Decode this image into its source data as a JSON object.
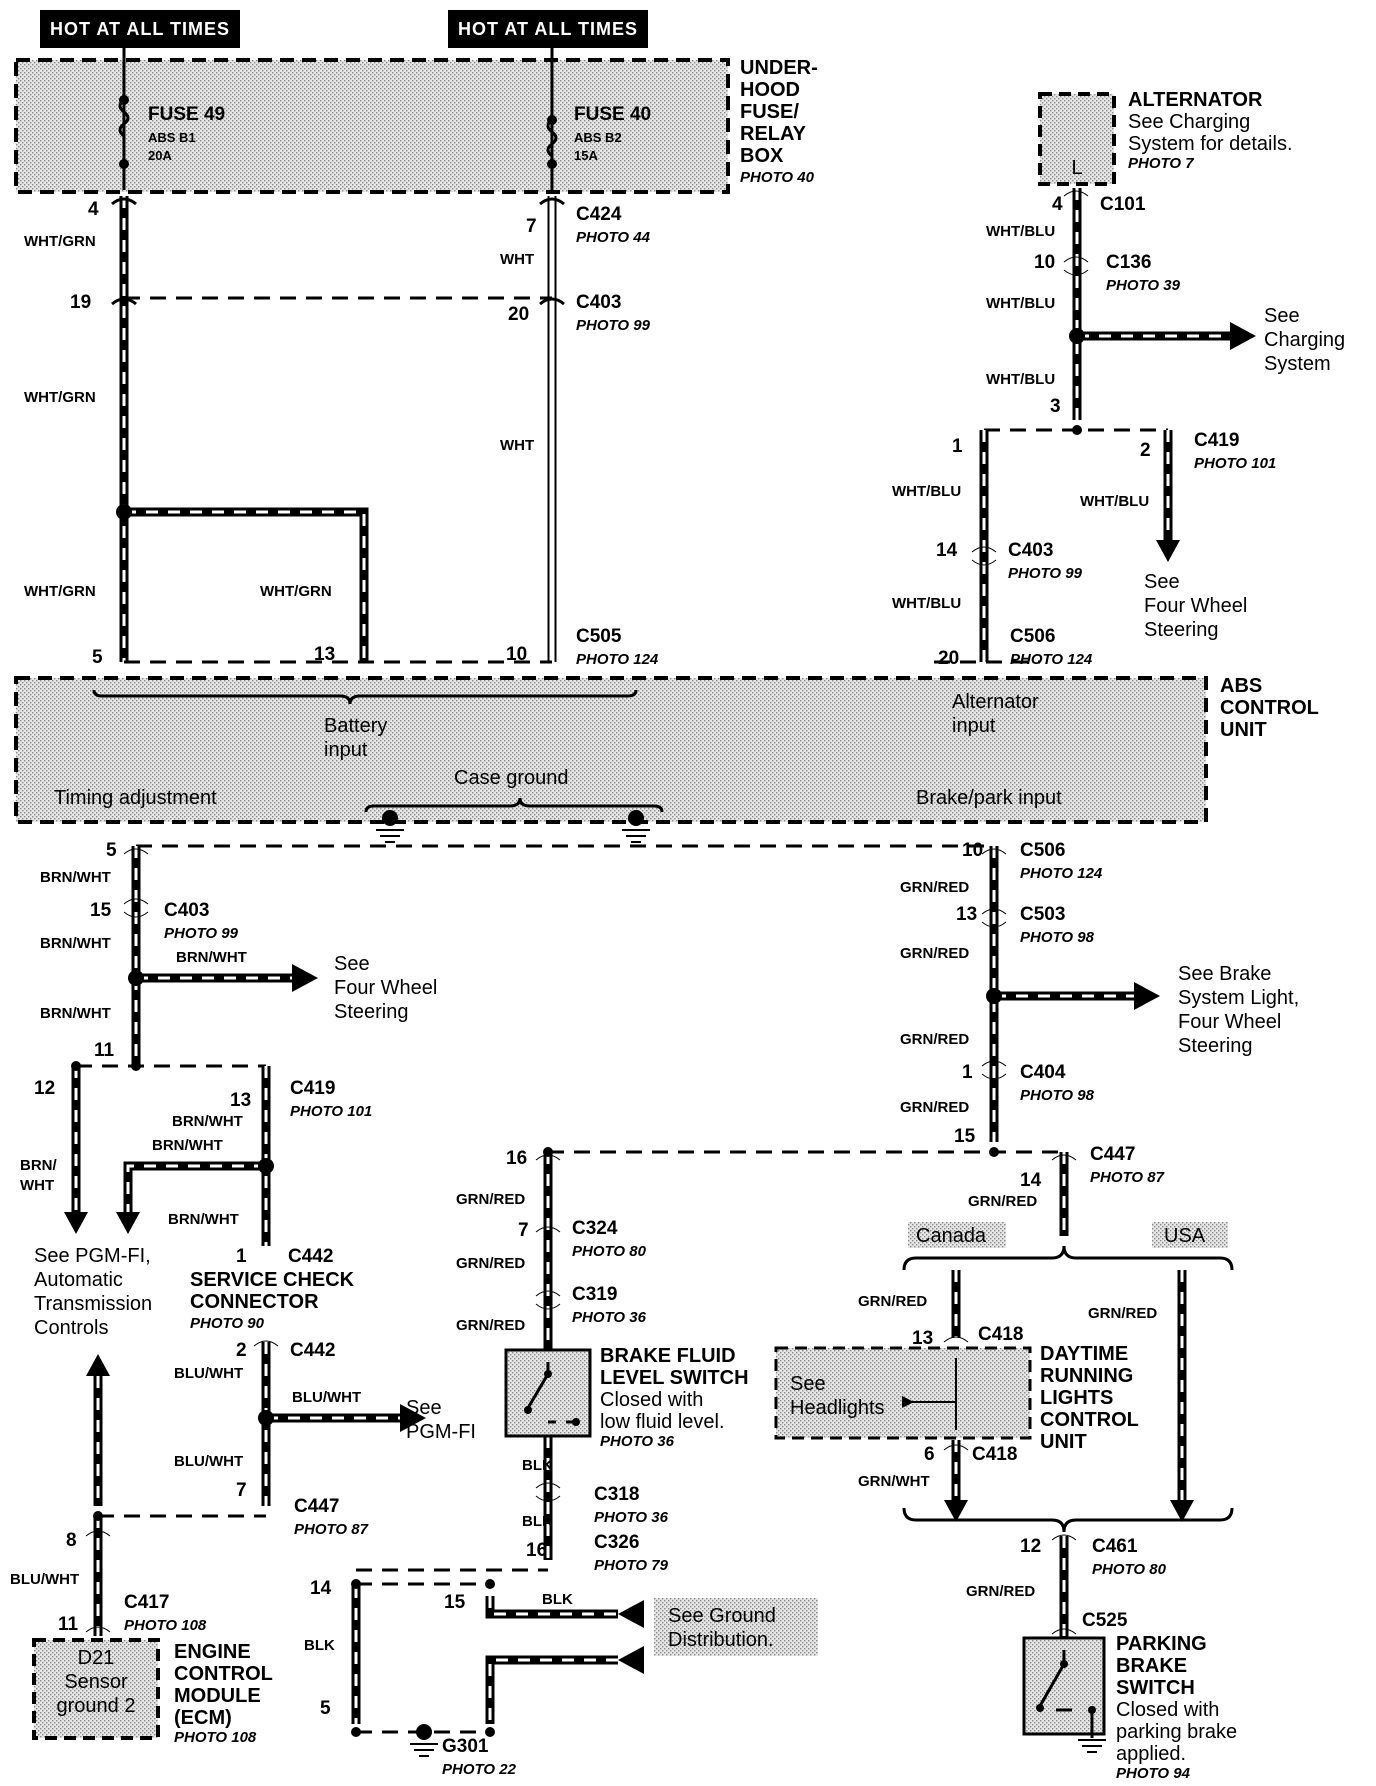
{
  "hot_labels": [
    "HOT AT ALL TIMES",
    "HOT AT ALL TIMES"
  ],
  "fuse_box": {
    "title": [
      "UNDER-",
      "HOOD",
      "FUSE/",
      "RELAY",
      "BOX"
    ],
    "photo": "PHOTO 40",
    "fuse49": {
      "name": "FUSE 49",
      "line2": "ABS B1",
      "line3": "20A"
    },
    "fuse40": {
      "name": "FUSE 40",
      "line2": "ABS B2",
      "line3": "15A"
    }
  },
  "alternator": {
    "title": "ALTERNATOR",
    "line1": "See Charging",
    "line2": "System for details.",
    "photo": "PHOTO 7",
    "terminal": "L"
  },
  "abs_unit": {
    "title": [
      "ABS",
      "CONTROL",
      "UNIT"
    ],
    "battery": [
      "Battery",
      "input"
    ],
    "alternator_input": [
      "Alternator",
      "input"
    ],
    "case_ground": "Case ground",
    "timing": "Timing adjustment",
    "brake_park": "Brake/park input"
  },
  "pins": {
    "p4": "4",
    "p7": "7",
    "p19": "19",
    "p20": "20",
    "p5": "5",
    "p13": "13",
    "p10": "10",
    "a4": "4",
    "a10": "10",
    "a3": "3",
    "a1": "1",
    "a2": "2",
    "a14": "14",
    "a20": "20",
    "l5": "5",
    "l15": "15",
    "l11": "11",
    "l12": "12",
    "l13": "13",
    "l1": "1",
    "l2": "2",
    "l7": "7",
    "l8": "8",
    "l11b": "11",
    "r10": "10",
    "r13": "13",
    "r1": "1",
    "r15": "15",
    "r16": "16",
    "r14": "14",
    "r7": "7",
    "g16": "16",
    "g14": "14",
    "g15": "15",
    "g5": "5",
    "d13": "13",
    "d6": "6",
    "d12": "12"
  },
  "connectors": {
    "c424": "C424",
    "c424p": "PHOTO 44",
    "c403a": "C403",
    "c403ap": "PHOTO 99",
    "c505": "C505",
    "c505p": "PHOTO 124",
    "c101": "C101",
    "c136": "C136",
    "c136p": "PHOTO 39",
    "c419a": "C419",
    "c419ap": "PHOTO 101",
    "c403b": "C403",
    "c403bp": "PHOTO 99",
    "c506a": "C506",
    "c506ap": "PHOTO 124",
    "c403c": "C403",
    "c403cp": "PHOTO 99",
    "c419b": "C419",
    "c419bp": "PHOTO 101",
    "c442a": "C442",
    "c442b": "C442",
    "c447a": "C447",
    "c447ap": "PHOTO 87",
    "c417": "C417",
    "c417p": "PHOTO 108",
    "c506b": "C506",
    "c506bp": "PHOTO 124",
    "c503": "C503",
    "c503p": "PHOTO 98",
    "c404": "C404",
    "c404p": "PHOTO 98",
    "c447b": "C447",
    "c447bp": "PHOTO 87",
    "c324": "C324",
    "c324p": "PHOTO 80",
    "c319": "C319",
    "c319p": "PHOTO 36",
    "c318": "C318",
    "c318p": "PHOTO 36",
    "c326": "C326",
    "c326p": "PHOTO 79",
    "g301": "G301",
    "g301p": "PHOTO 22",
    "c418a": "C418",
    "c418b": "C418",
    "c461": "C461",
    "c461p": "PHOTO 80",
    "c525": "C525"
  },
  "wires": {
    "wht_grn": "WHT/GRN",
    "wht": "WHT",
    "wht_blu": "WHT/BLU",
    "brn_wht": "BRN/WHT",
    "brn": "BRN/",
    "wht2": "WHT",
    "blu_wht": "BLU/WHT",
    "grn_red": "GRN/RED",
    "grn_wht": "GRN/WHT",
    "blk": "BLK"
  },
  "refs": {
    "charging": [
      "See",
      "Charging",
      "System"
    ],
    "four_wheel_a": [
      "See",
      "Four Wheel",
      "Steering"
    ],
    "four_wheel_b": [
      "See",
      "Four Wheel",
      "Steering"
    ],
    "brake_light": [
      "See Brake",
      "System Light,",
      "Four Wheel",
      "Steering"
    ],
    "pgmfi_auto": [
      "See PGM-FI,",
      "Automatic",
      "Transmission",
      "Controls"
    ],
    "pgmfi": [
      "See",
      "PGM-FI"
    ],
    "ground_dist": [
      "See Ground",
      "Distribution."
    ],
    "headlights": [
      "See",
      "Headlights"
    ]
  },
  "service_check": {
    "title": [
      "SERVICE CHECK",
      "CONNECTOR"
    ],
    "photo": "PHOTO 90"
  },
  "ecm": {
    "title": [
      "ENGINE",
      "CONTROL",
      "MODULE",
      "(ECM)"
    ],
    "photo": "PHOTO 108",
    "inner": [
      "D21",
      "Sensor",
      "ground 2"
    ]
  },
  "brake_fluid": {
    "title": [
      "BRAKE FLUID",
      "LEVEL SWITCH"
    ],
    "desc": [
      "Closed with",
      "low fluid level."
    ],
    "photo": "PHOTO 36"
  },
  "drl": {
    "title": [
      "DAYTIME",
      "RUNNING",
      "LIGHTS",
      "CONTROL",
      "UNIT"
    ]
  },
  "region": {
    "canada": "Canada",
    "usa": "USA"
  },
  "parking": {
    "title": [
      "PARKING",
      "BRAKE",
      "SWITCH"
    ],
    "desc": [
      "Closed with",
      "parking brake",
      "applied."
    ],
    "photo": "PHOTO 94"
  }
}
